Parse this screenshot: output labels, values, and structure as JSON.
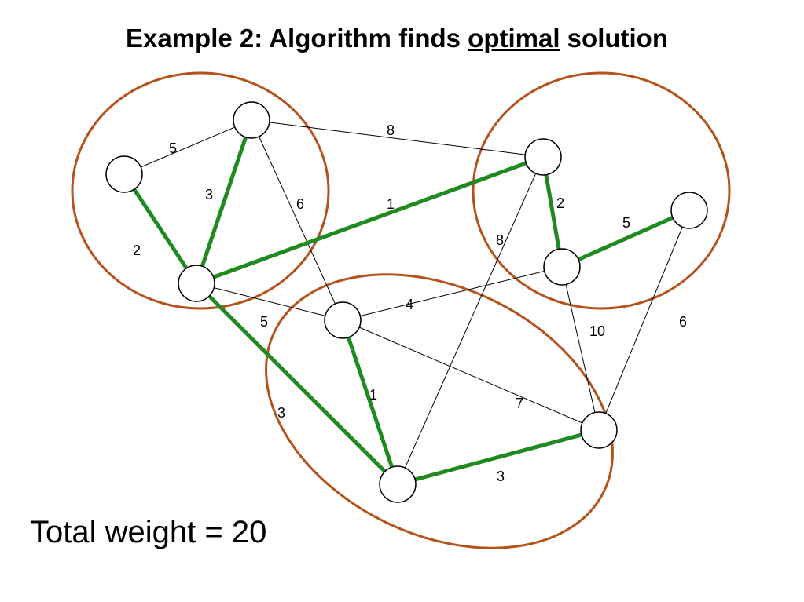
{
  "title": {
    "prefix": "Example 2: Algorithm finds ",
    "emphasis": "optimal",
    "suffix": " solution"
  },
  "footer": {
    "text": "Total weight = 20"
  },
  "colors": {
    "cluster_outline": "#B5521B",
    "selected_edge": "#1F8A1F",
    "plain_edge": "#000000",
    "node_fill": "#FFFFFF",
    "node_stroke": "#000000"
  },
  "graph": {
    "clusters": [
      {
        "id": "left",
        "nodes": [
          "A",
          "B",
          "C"
        ]
      },
      {
        "id": "right",
        "nodes": [
          "D",
          "E",
          "F"
        ]
      },
      {
        "id": "bottom",
        "nodes": [
          "G",
          "H",
          "I"
        ]
      }
    ],
    "nodes": [
      {
        "id": "A"
      },
      {
        "id": "B"
      },
      {
        "id": "C"
      },
      {
        "id": "D"
      },
      {
        "id": "E"
      },
      {
        "id": "F"
      },
      {
        "id": "G"
      },
      {
        "id": "H"
      },
      {
        "id": "I"
      }
    ],
    "edges": [
      {
        "from": "A",
        "to": "B",
        "label": "5",
        "selected": false
      },
      {
        "from": "A",
        "to": "C",
        "label": "2",
        "selected": true
      },
      {
        "from": "B",
        "to": "C",
        "label": "3",
        "selected": true
      },
      {
        "from": "B",
        "to": "G",
        "label": "6",
        "selected": false
      },
      {
        "from": "B",
        "to": "D",
        "label": "8",
        "selected": false
      },
      {
        "from": "C",
        "to": "D",
        "label": "1",
        "selected": true
      },
      {
        "from": "C",
        "to": "G",
        "label": "5",
        "selected": false
      },
      {
        "from": "C",
        "to": "H",
        "label": "3",
        "selected": true
      },
      {
        "from": "D",
        "to": "E",
        "label": "2",
        "selected": true
      },
      {
        "from": "E",
        "to": "F",
        "label": "5",
        "selected": true
      },
      {
        "from": "D",
        "to": "H",
        "label": "8",
        "selected": false
      },
      {
        "from": "E",
        "to": "G",
        "label": "4",
        "selected": false
      },
      {
        "from": "E",
        "to": "I",
        "label": "10",
        "selected": false
      },
      {
        "from": "F",
        "to": "I",
        "label": "6",
        "selected": false
      },
      {
        "from": "G",
        "to": "H",
        "label": "1",
        "selected": true
      },
      {
        "from": "G",
        "to": "I",
        "label": "7",
        "selected": false
      },
      {
        "from": "H",
        "to": "I",
        "label": "3",
        "selected": true
      }
    ]
  }
}
